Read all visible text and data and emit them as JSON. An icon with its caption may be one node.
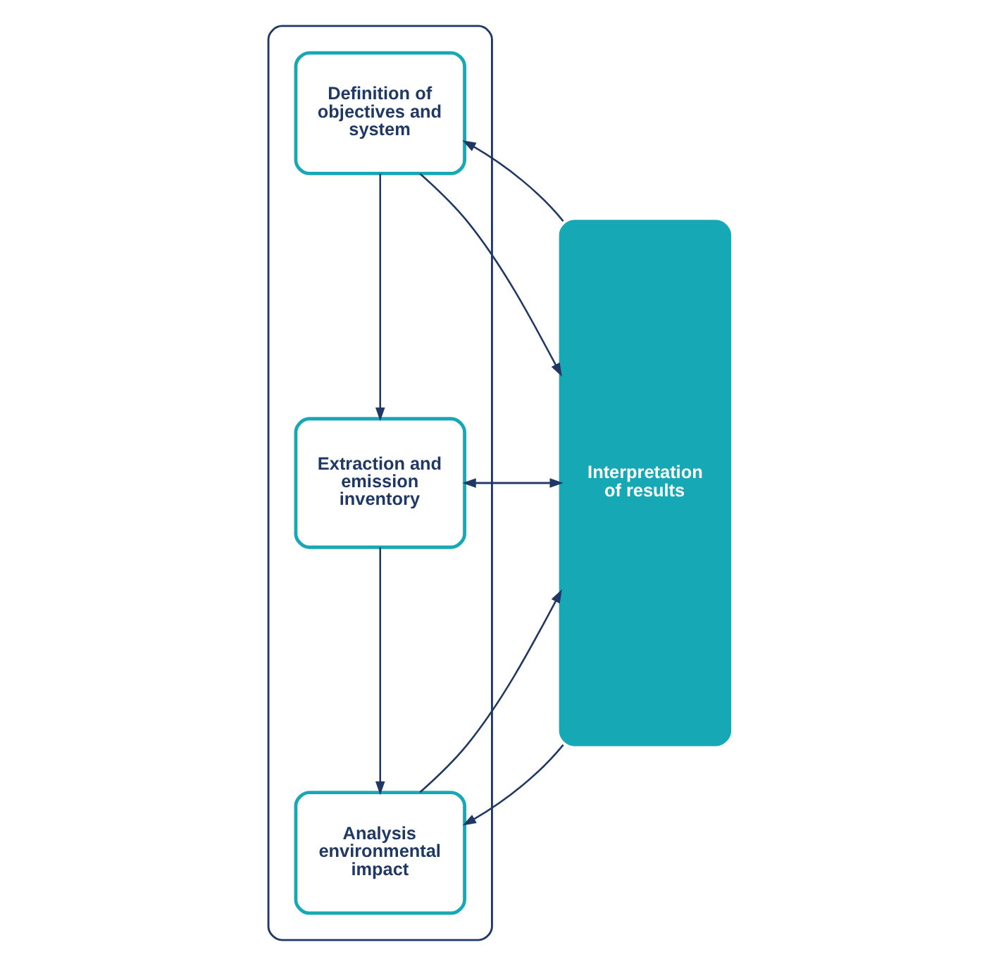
{
  "diagram": {
    "nodes": [
      {
        "text": [],
        "shape": "box"
      },
      {
        "text": [
          "Definition of objectives and system"
        ],
        "in": 0
      },
      {
        "text": [
          "Extraction and emission inventory"
        ],
        "in": 0
      },
      {
        "text": [
          "Analysis environmental impact"
        ],
        "in": 0
      },
      {
        "text": [
          "Interpretation of results"
        ]
      }
    ],
    "edges": [
      {
        "from": 1,
        "to": 2,
        "arrow": "to"
      },
      {
        "from": 2,
        "to": 3,
        "arrow": "to"
      },
      {
        "from": 1,
        "to": 4,
        "arrow": "to"
      },
      {
        "from": 4,
        "to": 1,
        "arrow": "to"
      },
      {
        "from": 2,
        "to": 4,
        "arrow": "to"
      },
      {
        "from": 4,
        "to": 2,
        "arrow": "to"
      },
      {
        "from": 3,
        "to": 4,
        "arrow": "to"
      },
      {
        "from": 4,
        "to": 3,
        "arrow": "to"
      }
    ]
  }
}
